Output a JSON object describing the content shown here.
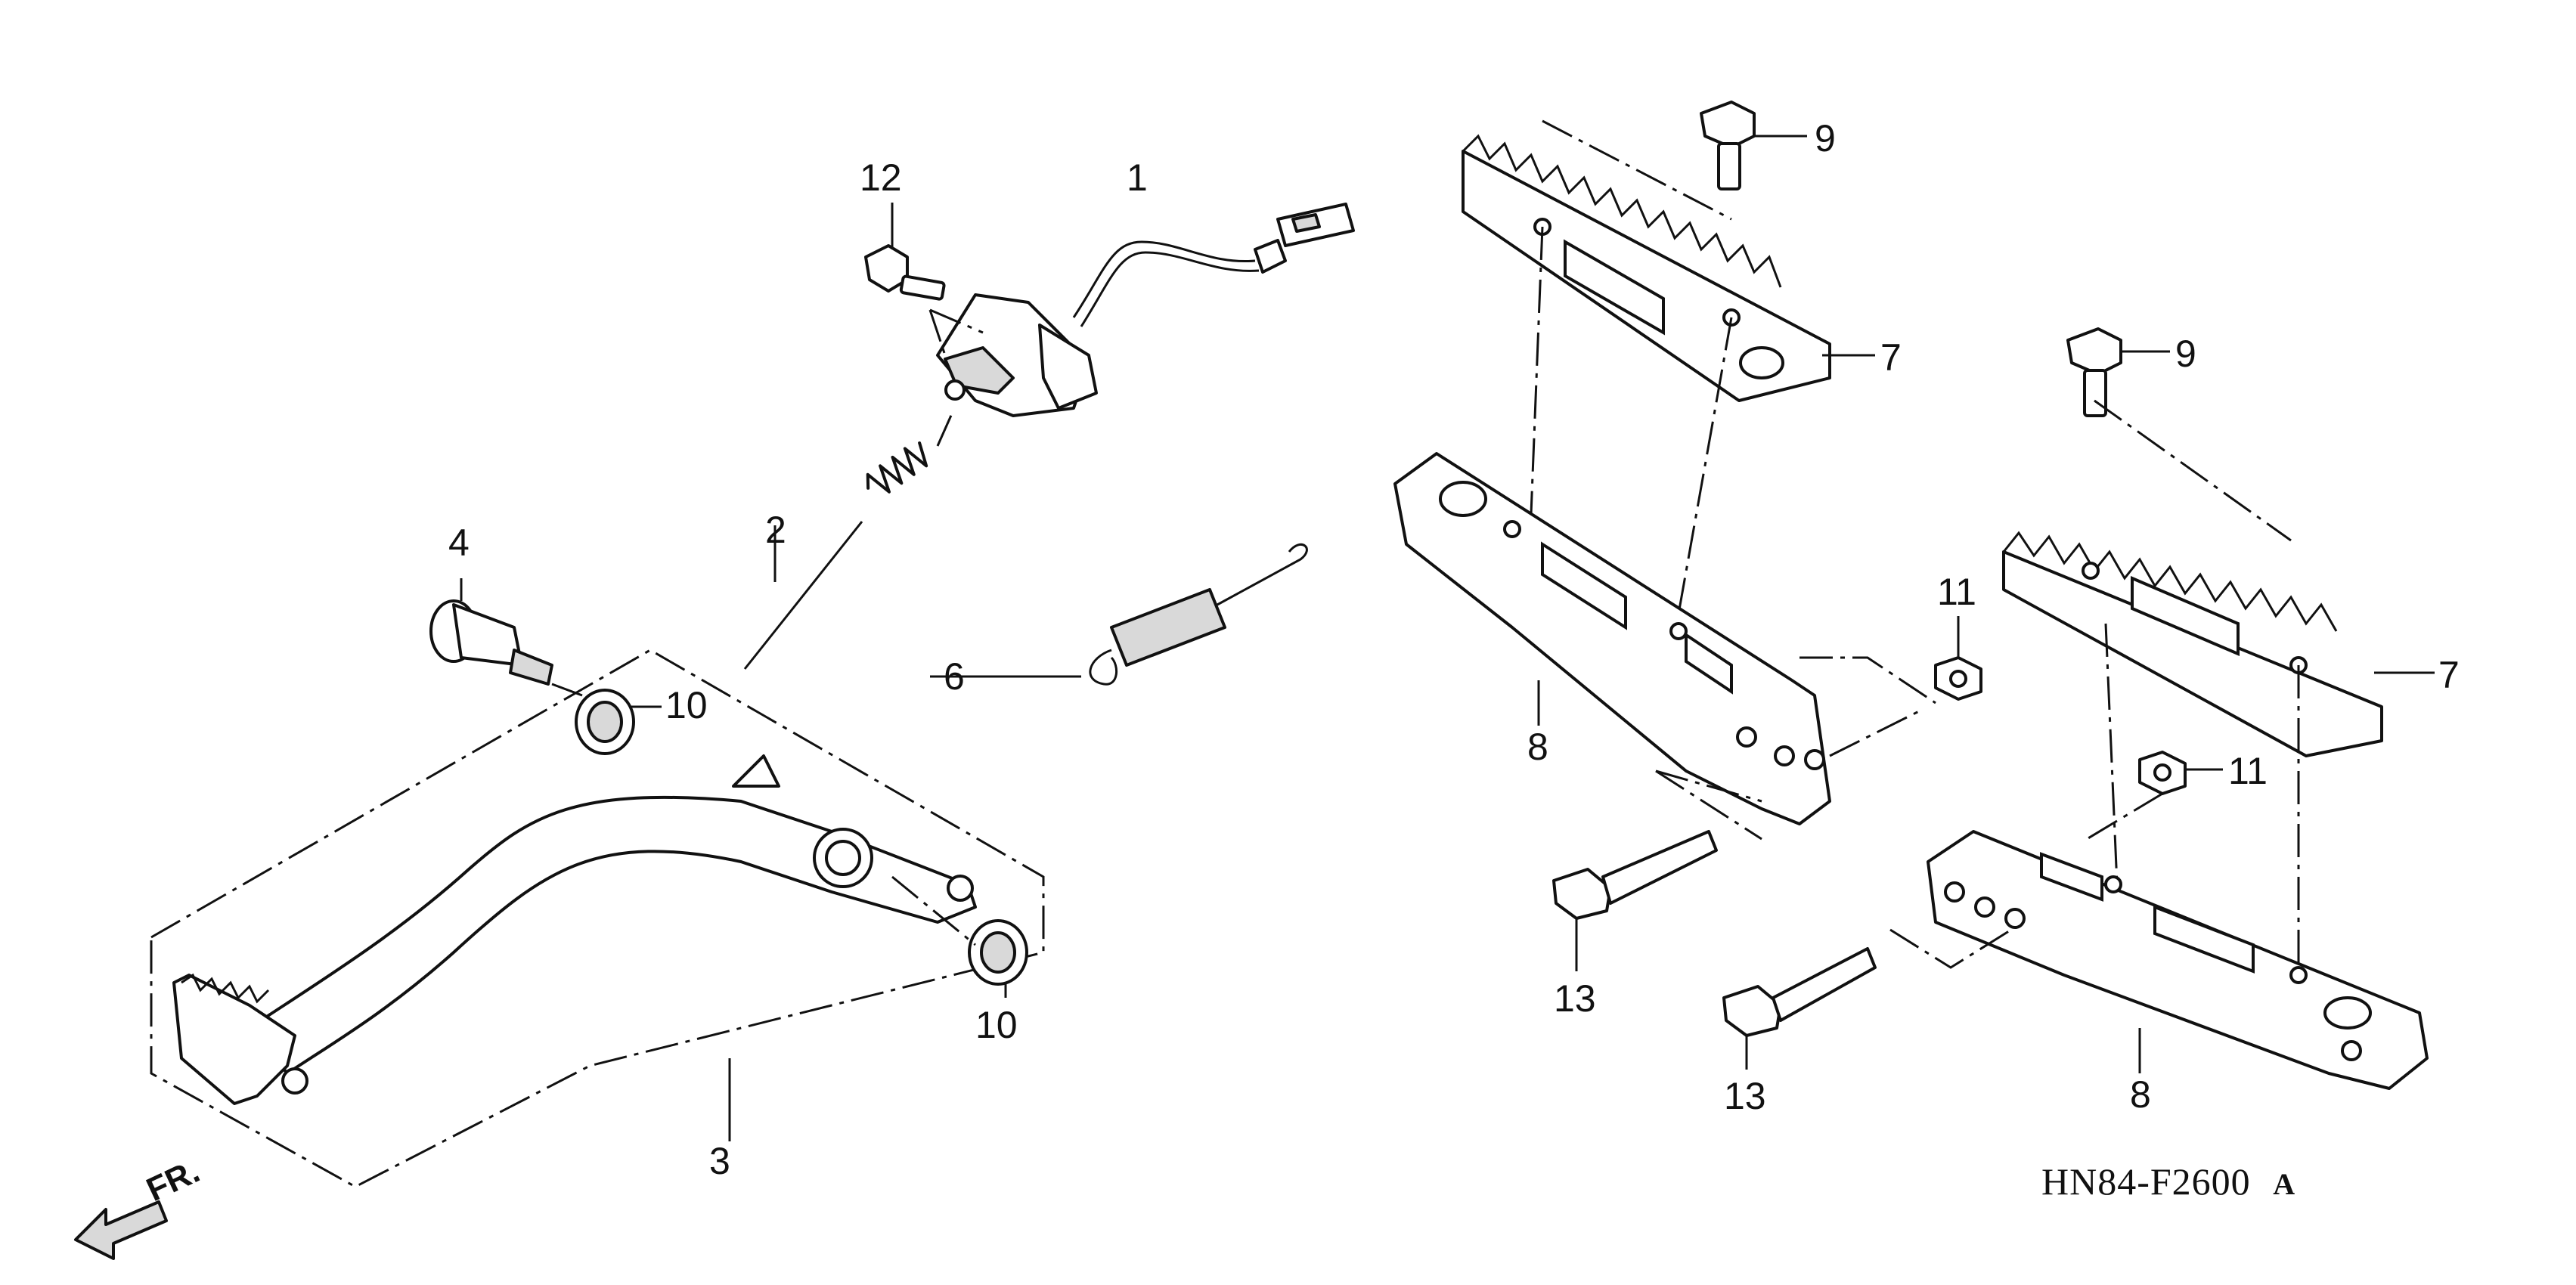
{
  "drawing_code": "HN84-F2600",
  "drawing_revision": "A",
  "direction_label": "FR.",
  "callouts": {
    "c1": "1",
    "c2": "2",
    "c3": "3",
    "c4": "4",
    "c6": "6",
    "c7a": "7",
    "c7b": "7",
    "c8a": "8",
    "c8b": "8",
    "c9a": "9",
    "c9b": "9",
    "c10a": "10",
    "c10b": "10",
    "c11a": "11",
    "c11b": "11",
    "c12": "12",
    "c13a": "13",
    "c13b": "13"
  }
}
